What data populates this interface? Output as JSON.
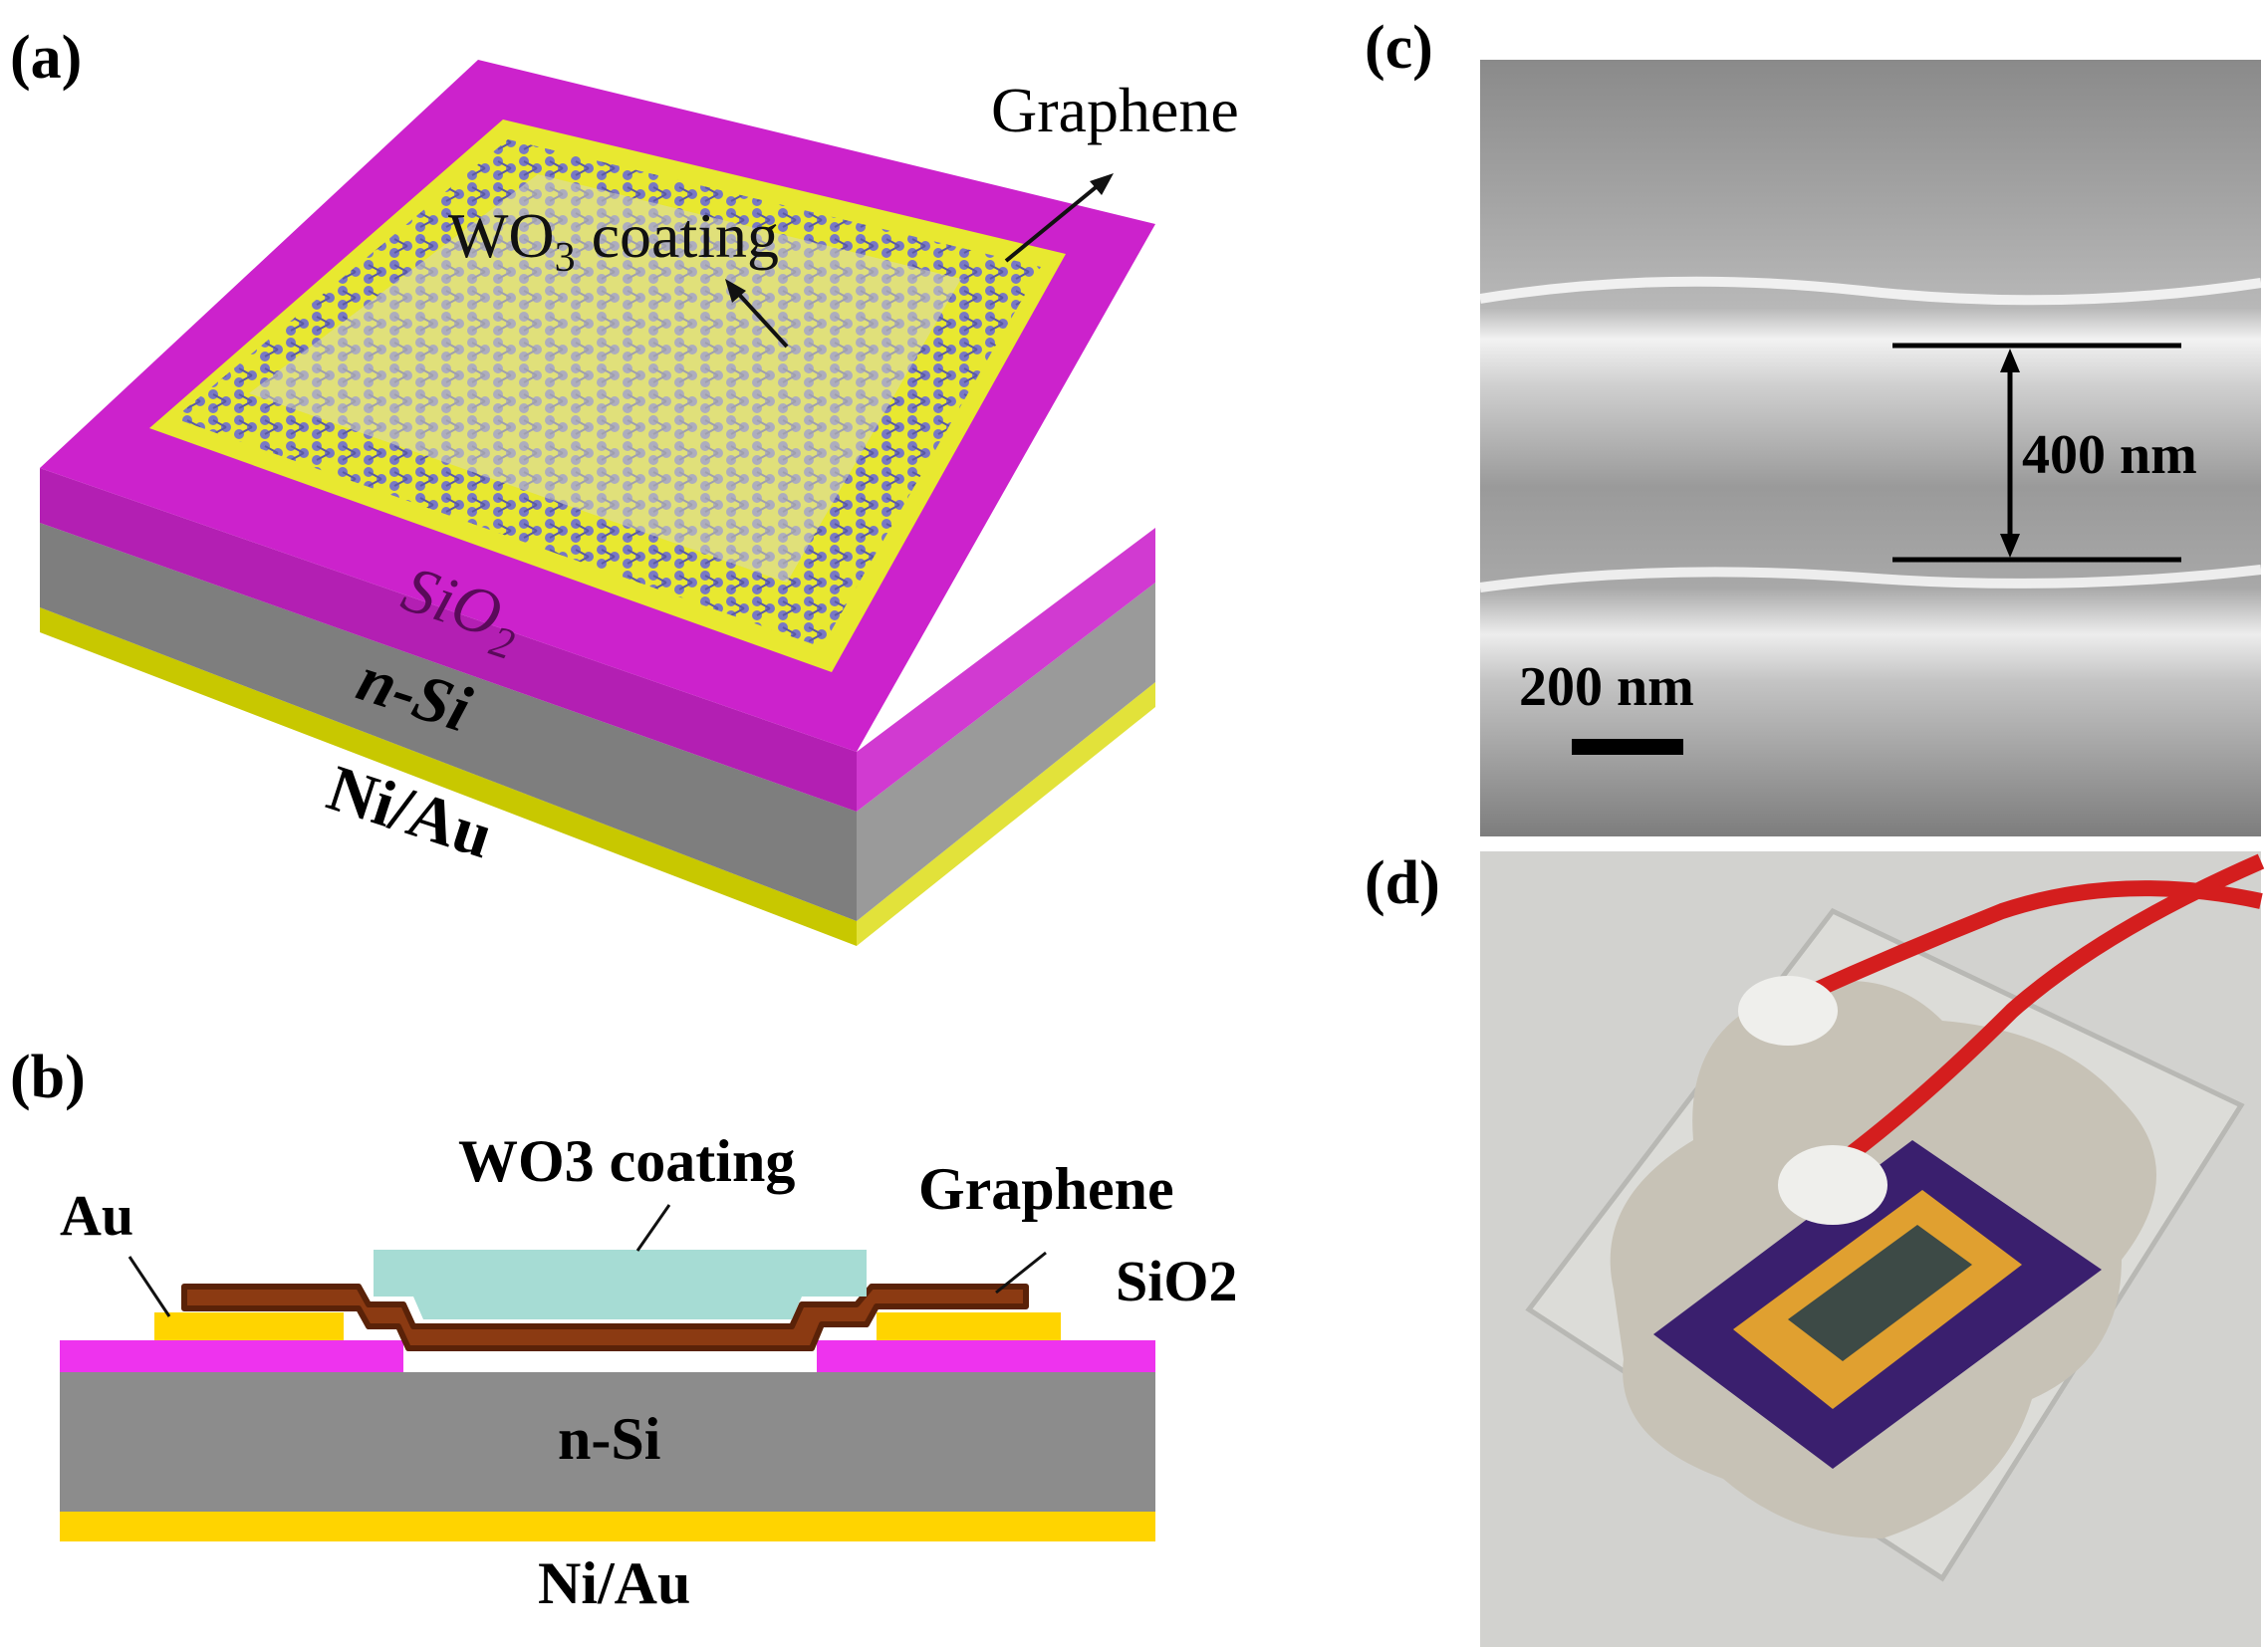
{
  "panels": {
    "a": {
      "label": "(a)",
      "graphene": "Graphene",
      "wo3_main": "WO",
      "wo3_sub": "3",
      "wo3_rest": " coating",
      "sio2_main": "SiO",
      "sio2_sub": "2",
      "nsi": "n-Si",
      "niau": "Ni/Au"
    },
    "b": {
      "label": "(b)",
      "wo3": "WO3 coating",
      "graphene": "Graphene",
      "au": "Au",
      "sio2": "SiO2",
      "nsi": "n-Si",
      "niau": "Ni/Au"
    },
    "c": {
      "label": "(c)",
      "thickness": "400 nm",
      "scale": "200 nm"
    },
    "d": {
      "label": "(d)"
    }
  },
  "colors": {
    "sio2": "#cc22cc",
    "nsi": "#8c8c8c",
    "niau": "#d4d400",
    "au": "#ffd400",
    "graphene_b": "#8b3a12",
    "wo3_b": "#a6dcd4",
    "sem_bg": "#8a8a8a",
    "device_purple": "#3a1f6e",
    "au_pad": "#e0a030"
  }
}
